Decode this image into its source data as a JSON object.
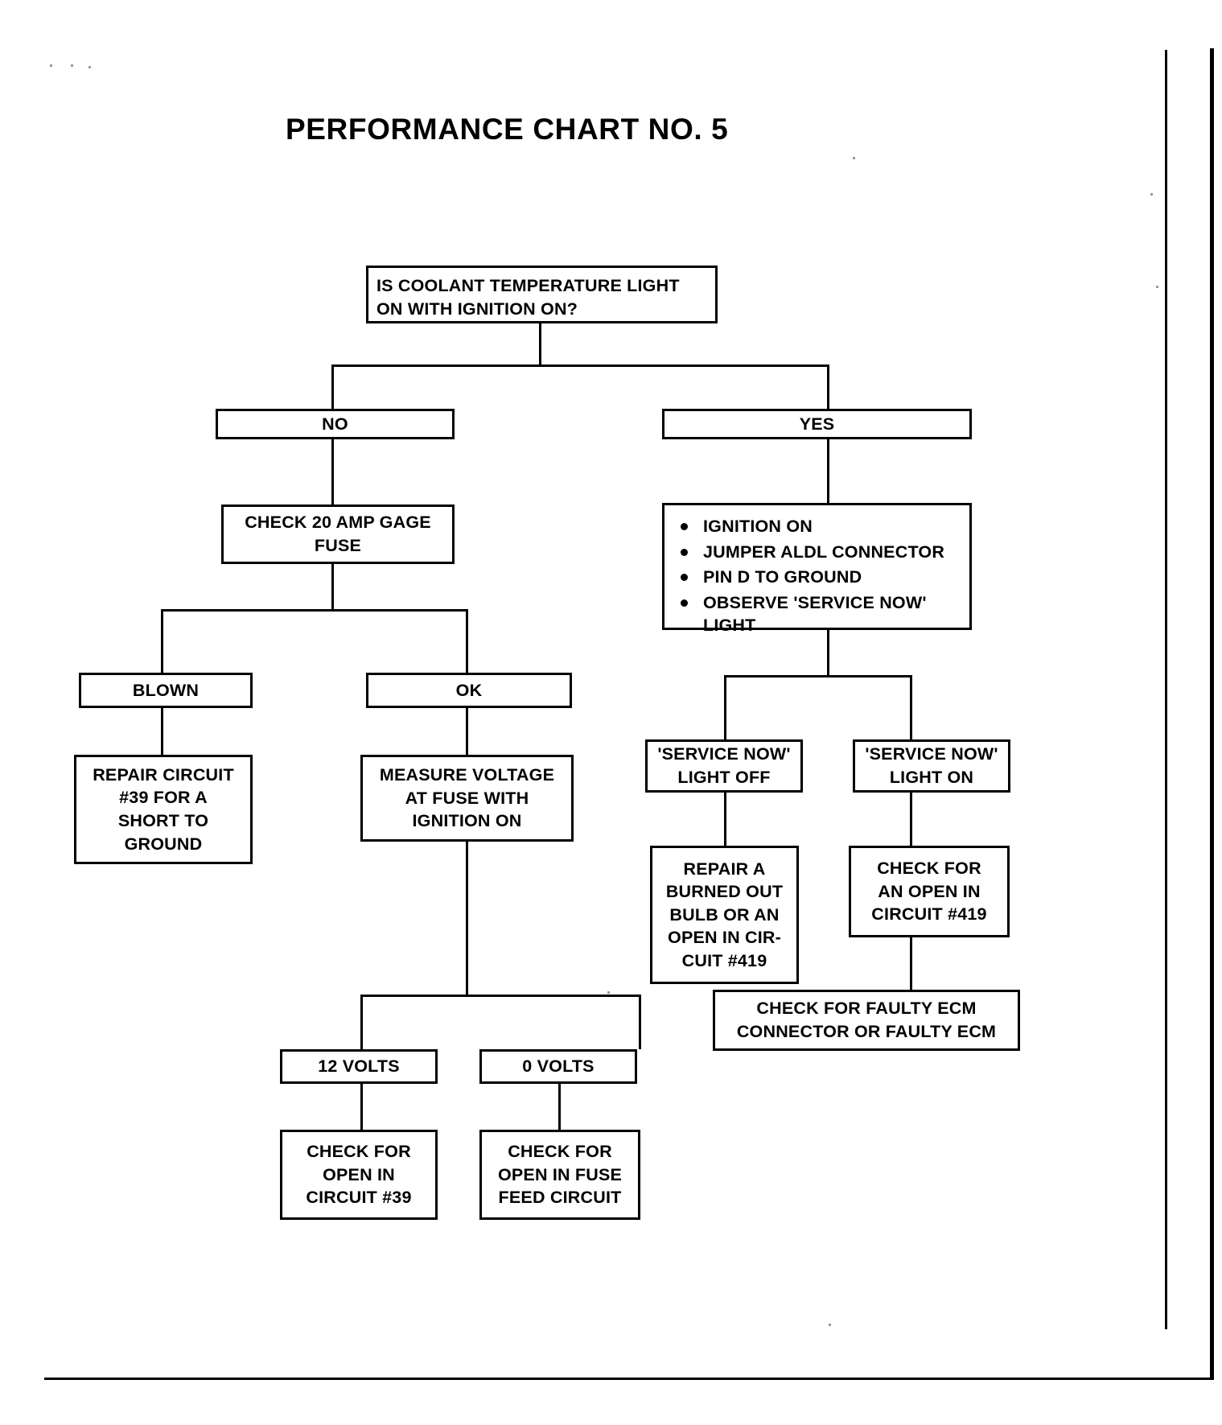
{
  "document": {
    "title": "PERFORMANCE CHART NO. 5"
  },
  "colors": {
    "ink": "#000000",
    "paper": "#ffffff"
  },
  "chart_data": {
    "type": "diagram",
    "title": "PERFORMANCE CHART NO. 5",
    "diagram_kind": "troubleshooting-flowchart",
    "nodes": [
      {
        "id": "n1",
        "label": "IS COOLANT TEMPERATURE LIGHT\nON WITH IGNITION ON?",
        "kind": "question"
      },
      {
        "id": "n2",
        "label": "NO",
        "kind": "answer"
      },
      {
        "id": "n3",
        "label": "YES",
        "kind": "answer"
      },
      {
        "id": "n4",
        "label": "CHECK 20 AMP GAGE\nFUSE",
        "kind": "action"
      },
      {
        "id": "n5",
        "label": "",
        "kind": "action-bullets",
        "bullets": [
          "IGNITION ON",
          "JUMPER ALDL CONNECTOR",
          "PIN D TO GROUND",
          "OBSERVE 'SERVICE NOW'\nLIGHT"
        ]
      },
      {
        "id": "n6",
        "label": "BLOWN",
        "kind": "result"
      },
      {
        "id": "n7",
        "label": "OK",
        "kind": "result"
      },
      {
        "id": "n8",
        "label": "'SERVICE NOW'\nLIGHT OFF",
        "kind": "result"
      },
      {
        "id": "n9",
        "label": "'SERVICE NOW'\nLIGHT ON",
        "kind": "result"
      },
      {
        "id": "n10",
        "label": "REPAIR CIRCUIT\n#39 FOR A\nSHORT TO\nGROUND",
        "kind": "action"
      },
      {
        "id": "n11",
        "label": "MEASURE VOLTAGE\nAT FUSE WITH\nIGNITION ON",
        "kind": "action"
      },
      {
        "id": "n12",
        "label": "REPAIR A\nBURNED OUT\nBULB OR AN\nOPEN IN CIR-\nCUIT #419",
        "kind": "action"
      },
      {
        "id": "n13",
        "label": "CHECK FOR\nAN OPEN IN\nCIRCUIT #419",
        "kind": "action"
      },
      {
        "id": "n14",
        "label": "CHECK FOR FAULTY ECM\nCONNECTOR OR FAULTY ECM",
        "kind": "action"
      },
      {
        "id": "n15",
        "label": "12 VOLTS",
        "kind": "result"
      },
      {
        "id": "n16",
        "label": "0 VOLTS",
        "kind": "result"
      },
      {
        "id": "n17",
        "label": "CHECK FOR\nOPEN IN\nCIRCUIT #39",
        "kind": "action"
      },
      {
        "id": "n18",
        "label": "CHECK FOR\nOPEN IN FUSE\nFEED CIRCUIT",
        "kind": "action"
      }
    ],
    "edges": [
      {
        "from": "n1",
        "to": "n2"
      },
      {
        "from": "n1",
        "to": "n3"
      },
      {
        "from": "n2",
        "to": "n4"
      },
      {
        "from": "n3",
        "to": "n5"
      },
      {
        "from": "n4",
        "to": "n6"
      },
      {
        "from": "n4",
        "to": "n7"
      },
      {
        "from": "n5",
        "to": "n8"
      },
      {
        "from": "n5",
        "to": "n9"
      },
      {
        "from": "n6",
        "to": "n10"
      },
      {
        "from": "n7",
        "to": "n11"
      },
      {
        "from": "n8",
        "to": "n12"
      },
      {
        "from": "n9",
        "to": "n13"
      },
      {
        "from": "n13",
        "to": "n14"
      },
      {
        "from": "n11",
        "to": "n15"
      },
      {
        "from": "n11",
        "to": "n16"
      },
      {
        "from": "n15",
        "to": "n17"
      },
      {
        "from": "n16",
        "to": "n18"
      }
    ]
  },
  "nodes": {
    "root_question": "IS COOLANT TEMPERATURE LIGHT\nON WITH IGNITION ON?",
    "answer_no": "NO",
    "answer_yes": "YES",
    "check_fuse": "CHECK 20 AMP GAGE\nFUSE",
    "bullets": [
      "IGNITION ON",
      "JUMPER ALDL CONNECTOR",
      "PIN D TO GROUND",
      "OBSERVE 'SERVICE NOW'\nLIGHT"
    ],
    "blown": "BLOWN",
    "ok": "OK",
    "service_now_off": "'SERVICE NOW'\nLIGHT OFF",
    "service_now_on": "'SERVICE NOW'\nLIGHT ON",
    "repair_circuit_39": "REPAIR CIRCUIT\n#39 FOR A\nSHORT TO\nGROUND",
    "measure_voltage": "MEASURE VOLTAGE\nAT FUSE WITH\nIGNITION ON",
    "repair_bulb": "REPAIR A\nBURNED OUT\nBULB OR AN\nOPEN IN CIR-\nCUIT #419",
    "check_open_419": "CHECK FOR\nAN OPEN IN\nCIRCUIT #419",
    "check_faulty_ecm": "CHECK FOR FAULTY ECM\nCONNECTOR OR FAULTY ECM",
    "volts_12": "12 VOLTS",
    "volts_0": "0 VOLTS",
    "check_open_39": "CHECK FOR\nOPEN IN\nCIRCUIT #39",
    "check_open_fuse_feed": "CHECK FOR\nOPEN IN FUSE\nFEED CIRCUIT"
  }
}
